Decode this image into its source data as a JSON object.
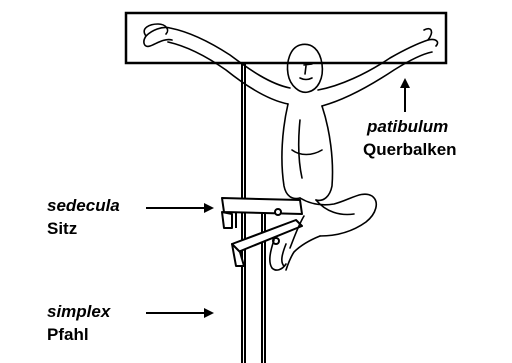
{
  "diagram": {
    "parts": [
      {
        "id": "patibulum",
        "latin": "patibulum",
        "german": "Querbalken"
      },
      {
        "id": "sedecula",
        "latin": "sedecula",
        "german": "Sitz"
      },
      {
        "id": "simplex",
        "latin": "simplex",
        "german": "Pfahl"
      }
    ],
    "colors": {
      "ink": "#000000",
      "paper": "#ffffff"
    }
  }
}
